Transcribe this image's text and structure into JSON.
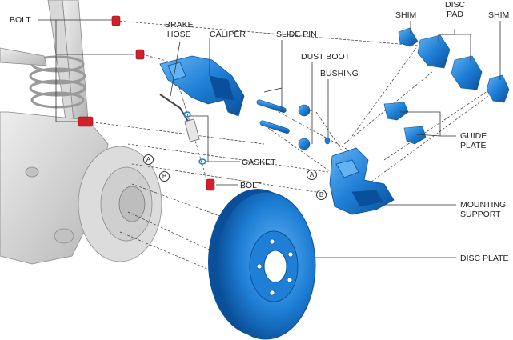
{
  "labels": {
    "bolt_top": "BOLT",
    "brake_hose": "BRAKE\nHOSE",
    "caliper": "CALIPER",
    "slide_pin": "SLIDE PIN",
    "dust_boot": "DUST BOOT",
    "bushing": "BUSHING",
    "shim_left": "SHIM",
    "disc_pad": "DISC\nPAD",
    "shim_right": "SHIM",
    "guide_plate": "GUIDE\nPLATE",
    "gasket": "GASKET",
    "bolt_bottom": "BOLT",
    "mounting_support": "MOUNTING\nSUPPORT",
    "disc_plate": "DISC PLATE"
  },
  "markers": {
    "a": "A",
    "b": "B"
  },
  "colors": {
    "part_blue": "#1f7fd6",
    "part_blue_dark": "#0a4f99",
    "part_blue_light": "#63b3f2",
    "bolt_red": "#d4202a",
    "hub_gray": "#c9c9c9",
    "line": "#333333"
  }
}
